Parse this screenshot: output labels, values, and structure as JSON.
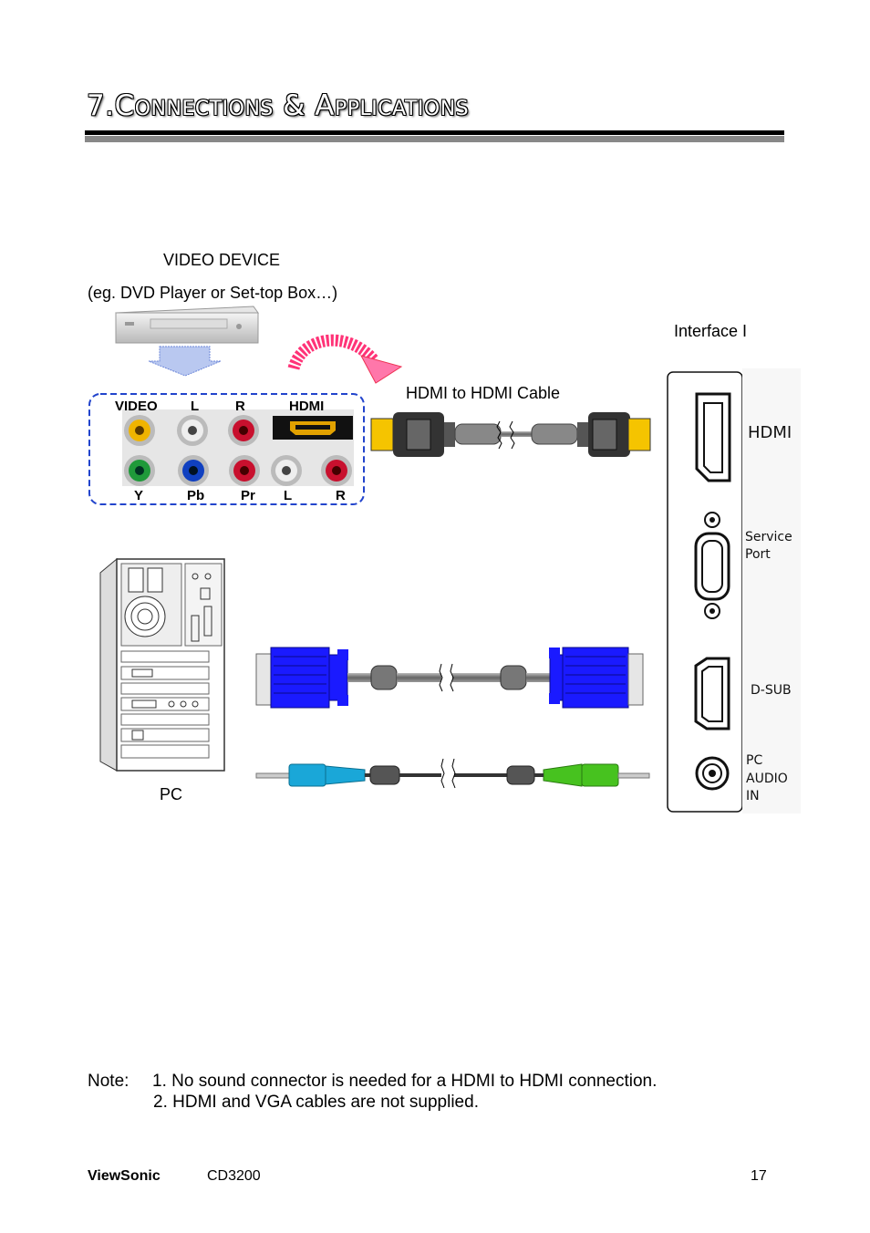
{
  "heading": {
    "number": "7.",
    "text": "Connections & Applications",
    "display": "7.Connections & Applications"
  },
  "diagram": {
    "video_device_title": "VIDEO DEVICE",
    "video_device_example": "(eg. DVD Player or Set-top Box…)",
    "interface_label": "Interface I",
    "hdmi_cable_label": "HDMI to HDMI Cable",
    "pc_label": "PC",
    "jack_labels_top": [
      "VIDEO",
      "L",
      "R",
      "HDMI"
    ],
    "jack_labels_bottom": [
      "Y",
      "Pb",
      "Pr",
      "L",
      "R"
    ],
    "panel_ports": [
      "HDMI",
      "Service",
      "Port",
      "D-SUB",
      "PC",
      "AUDIO",
      "IN"
    ]
  },
  "notes": {
    "prefix": "Note:",
    "line1": "1. No sound connector is needed for a HDMI to HDMI connection.",
    "line2": "2. HDMI and VGA cables are not supplied."
  },
  "footer": {
    "brand": "ViewSonic",
    "model": "CD3200",
    "page": "17"
  },
  "colors": {
    "video_jack": "#f0b400",
    "white_jack": "#d8d8d8",
    "red_jack": "#c8102e",
    "green_jack": "#1f9a3a",
    "blue_jack": "#1040c0",
    "vga_blue": "#1a1aff",
    "audio_cyan": "#1aa7d8",
    "audio_green": "#47c21f"
  }
}
